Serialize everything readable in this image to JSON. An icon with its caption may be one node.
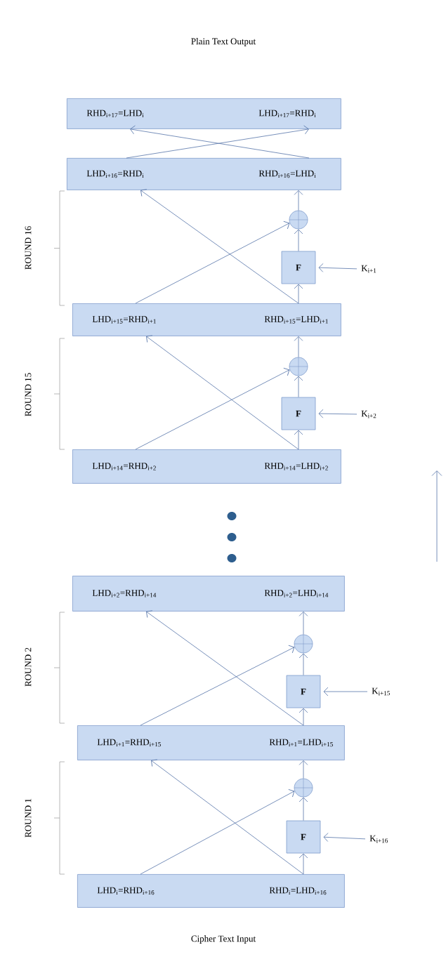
{
  "diagram": {
    "nodes": [
      {
        "text": [
          "RHD$_{i+17}$=LHD$_{i}$",
          "LHD$_{i+17}$=RHD$_{i}$"
        ]
      },
      {
        "text": [
          "LHD$_{i+16}$=RHD$_{i}$",
          "RHD$_{i+16}$=LHD$_{i}$"
        ]
      },
      {
        "text": [],
        "shape": "circle"
      },
      {
        "text": [
          "F"
        ]
      },
      {
        "text": [
          "K$_{i+1}$"
        ]
      },
      {
        "text": [
          "LHD$_{i+15}$=RHD$_{i+1}$",
          "RHD$_{i+15}$=LHD$_{i+1}$"
        ]
      },
      {
        "text": [],
        "shape": "circle"
      },
      {
        "text": [
          "F"
        ]
      },
      {
        "text": [
          "K$_{i+2}$"
        ]
      },
      {
        "text": [
          "LHD$_{i+14}$=RHD$_{i+2}$",
          "RHD$_{i+14}$=LHD$_{i+2}$"
        ]
      },
      {
        "text": [
          "LHD$_{i+2}$=RHD$_{i+14}$",
          "RHD$_{i+2}$=LHD$_{i+14}$"
        ]
      },
      {
        "text": [],
        "shape": "circle"
      },
      {
        "text": [
          "F"
        ]
      },
      {
        "text": [
          "K$_{i+15}$"
        ]
      },
      {
        "text": [
          "LHD$_{i+1}$=RHD$_{i+15}$",
          "RHD$_{i+1}$=LHD$_{i+15}$"
        ]
      },
      {
        "text": [],
        "shape": "circle"
      },
      {
        "text": [
          "F"
        ]
      },
      {
        "text": [
          "K$_{i+16}$"
        ]
      },
      {
        "text": [
          "LHD$_{i}$=RHD$_{i+16}$",
          "RHD$_{i}$=LHD$_{i+16}$"
        ]
      }
    ],
    "edges": [
      {
        "from": 1,
        "to": 0,
        "arrow": "to"
      },
      {
        "from": 1,
        "to": 0,
        "arrow": "to"
      },
      {
        "from": 5,
        "to": 3,
        "arrow": "to"
      },
      {
        "from": 3,
        "to": 2,
        "arrow": "to"
      },
      {
        "from": 2,
        "to": 1,
        "arrow": "to"
      },
      {
        "from": 4,
        "to": 3,
        "arrow": "to"
      },
      {
        "from": 5,
        "to": 2,
        "arrow": "to"
      },
      {
        "from": 5,
        "to": 1,
        "arrow": "to"
      },
      {
        "from": 9,
        "to": 7,
        "arrow": "to"
      },
      {
        "from": 7,
        "to": 6,
        "arrow": "to"
      },
      {
        "from": 6,
        "to": 5,
        "arrow": "to"
      },
      {
        "from": 8,
        "to": 7,
        "arrow": "to"
      },
      {
        "from": 9,
        "to": 6,
        "arrow": "to"
      },
      {
        "from": 9,
        "to": 5,
        "arrow": "to"
      },
      {
        "from": 14,
        "to": 12,
        "arrow": "to"
      },
      {
        "from": 12,
        "to": 11,
        "arrow": "to"
      },
      {
        "from": 11,
        "to": 10,
        "arrow": "to"
      },
      {
        "from": 13,
        "to": 12,
        "arrow": "to"
      },
      {
        "from": 14,
        "to": 11,
        "arrow": "to"
      },
      {
        "from": 14,
        "to": 10,
        "arrow": "to"
      },
      {
        "from": 18,
        "to": 16,
        "arrow": "to"
      },
      {
        "from": 16,
        "to": 15,
        "arrow": "to"
      },
      {
        "from": 15,
        "to": 14,
        "arrow": "to"
      },
      {
        "from": 17,
        "to": 16,
        "arrow": "to"
      },
      {
        "from": 18,
        "to": 15,
        "arrow": "to"
      },
      {
        "from": 18,
        "to": 14,
        "arrow": "to"
      }
    ],
    "labels": [
      "Plain Text Output",
      "ROUND 16",
      "ROUND 15",
      "ROUND 2",
      "ROUND 1",
      "Cipher Text Input"
    ]
  }
}
